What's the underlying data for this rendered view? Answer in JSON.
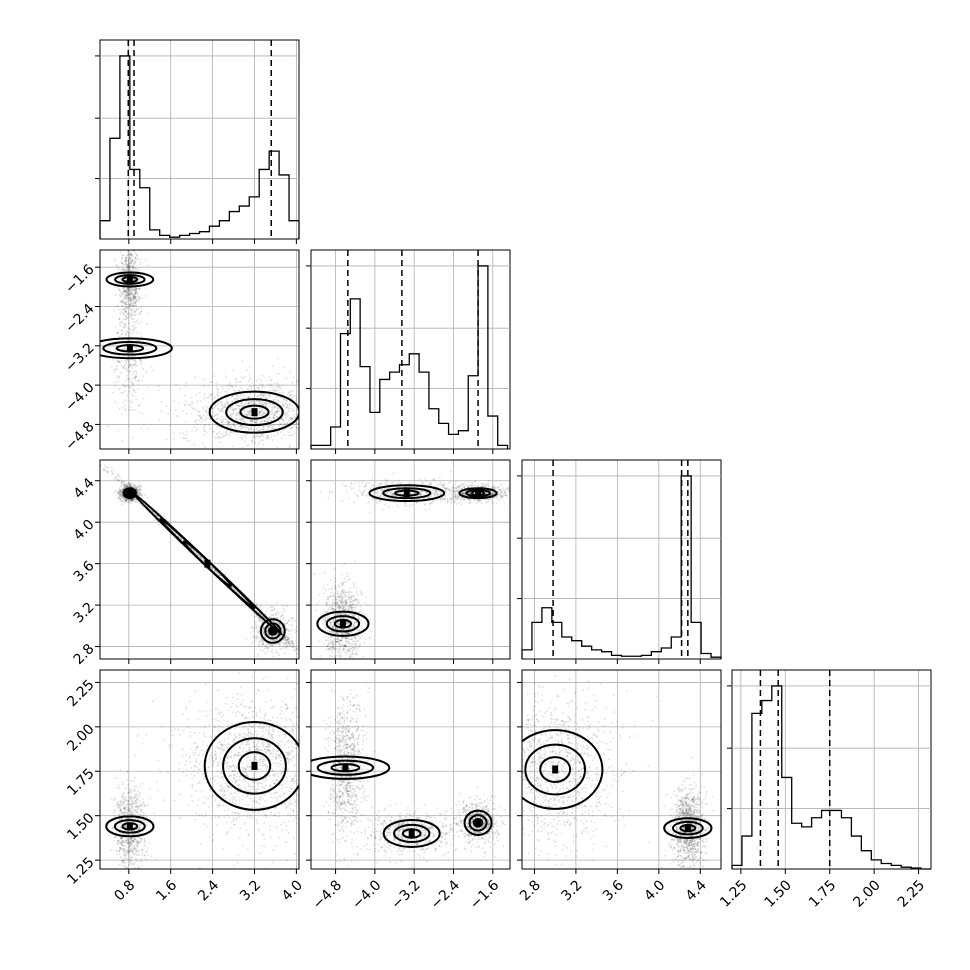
{
  "chart_data": {
    "type": "corner",
    "grid": true,
    "colors": {
      "ink": "#000000",
      "grid": "#b0b0b0",
      "background": "#ffffff"
    },
    "parameters": [
      {
        "range": [
          0.25,
          4.05
        ],
        "ticks": [
          0.8,
          1.6,
          2.4,
          3.2,
          4.0
        ],
        "tick_labels": [
          "0.8",
          "1.6",
          "2.4",
          "3.2",
          "4.0"
        ],
        "quantiles": [
          0.79,
          0.9,
          3.52
        ],
        "histogram": {
          "bin_edges": [
            0.25,
            0.44,
            0.63,
            0.82,
            1.01,
            1.2,
            1.39,
            1.58,
            1.77,
            1.96,
            2.15,
            2.34,
            2.53,
            2.72,
            2.91,
            3.1,
            3.29,
            3.48,
            3.67,
            3.86,
            4.05
          ],
          "counts": [
            0.1,
            0.55,
            1.0,
            0.38,
            0.28,
            0.05,
            0.02,
            0.01,
            0.02,
            0.03,
            0.04,
            0.07,
            0.1,
            0.15,
            0.18,
            0.23,
            0.38,
            0.48,
            0.35,
            0.1
          ]
        }
      },
      {
        "range": [
          -5.3,
          -1.25
        ],
        "ticks": [
          -4.8,
          -4.0,
          -3.2,
          -2.4,
          -1.6
        ],
        "tick_labels": [
          "−4.8",
          "−4.0",
          "−3.2",
          "−2.4",
          "−1.6"
        ],
        "quantiles": [
          -4.55,
          -3.45,
          -1.9
        ],
        "histogram": {
          "bin_edges": [
            -5.3,
            -5.1,
            -4.9,
            -4.7,
            -4.5,
            -4.3,
            -4.1,
            -3.9,
            -3.7,
            -3.5,
            -3.3,
            -3.1,
            -2.9,
            -2.7,
            -2.5,
            -2.3,
            -2.1,
            -1.9,
            -1.7,
            -1.5,
            -1.3
          ],
          "counts": [
            0.02,
            0.02,
            0.12,
            0.63,
            0.82,
            0.45,
            0.2,
            0.38,
            0.42,
            0.46,
            0.52,
            0.42,
            0.22,
            0.14,
            0.08,
            0.1,
            0.4,
            1.0,
            0.18,
            0.02
          ]
        }
      },
      {
        "range": [
          2.68,
          4.6
        ],
        "ticks": [
          2.8,
          3.2,
          3.6,
          4.0,
          4.4
        ],
        "tick_labels": [
          "2.8",
          "3.2",
          "3.6",
          "4.0",
          "4.4"
        ],
        "quantiles": [
          2.98,
          4.22,
          4.28
        ],
        "histogram": {
          "bin_edges": [
            2.68,
            2.776,
            2.872,
            2.968,
            3.064,
            3.16,
            3.256,
            3.352,
            3.448,
            3.544,
            3.64,
            3.736,
            3.832,
            3.928,
            4.024,
            4.12,
            4.216,
            4.312,
            4.408,
            4.504,
            4.6
          ],
          "counts": [
            0.05,
            0.2,
            0.28,
            0.2,
            0.12,
            0.1,
            0.07,
            0.05,
            0.04,
            0.02,
            0.015,
            0.015,
            0.02,
            0.04,
            0.06,
            0.12,
            1.0,
            0.2,
            0.03,
            0.01
          ]
        }
      },
      {
        "range": [
          1.2,
          2.32
        ],
        "ticks": [
          1.25,
          1.5,
          1.75,
          2.0,
          2.25
        ],
        "tick_labels": [
          "1.25",
          "1.50",
          "1.75",
          "2.00",
          "2.25"
        ],
        "quantiles": [
          1.36,
          1.46,
          1.75
        ],
        "histogram": {
          "bin_edges": [
            1.2,
            1.256,
            1.312,
            1.368,
            1.424,
            1.48,
            1.536,
            1.592,
            1.648,
            1.704,
            1.76,
            1.816,
            1.872,
            1.928,
            1.984,
            2.04,
            2.096,
            2.152,
            2.208,
            2.264,
            2.32
          ],
          "counts": [
            0.02,
            0.18,
            0.85,
            0.92,
            1.0,
            0.5,
            0.25,
            0.23,
            0.28,
            0.32,
            0.32,
            0.28,
            0.18,
            0.1,
            0.05,
            0.03,
            0.02,
            0.01,
            0.005,
            0.0
          ]
        }
      }
    ],
    "pairs": [
      {
        "x": 0,
        "y": 1,
        "modes": [
          {
            "mean": [
              0.82,
              -1.85
            ],
            "sd": [
              0.07,
              0.25
            ],
            "weight": 0.28
          },
          {
            "mean": [
              0.82,
              -3.25
            ],
            "sd": [
              0.1,
              0.45
            ],
            "weight": 0.17
          },
          {
            "mean": [
              3.2,
              -4.55
            ],
            "sd": [
              0.45,
              0.22
            ],
            "weight": 0.55
          }
        ]
      },
      {
        "x": 0,
        "y": 2,
        "modes": [
          {
            "mean": [
              0.82,
              4.28
            ],
            "sd": [
              0.06,
              0.025
            ],
            "weight": 0.35
          },
          {
            "mean": [
              2.3,
              3.6
            ],
            "sd": [
              0.75,
              0.36
            ],
            "weight": 0.4,
            "corr": -0.999
          },
          {
            "mean": [
              3.55,
              2.95
            ],
            "sd": [
              0.12,
              0.06
            ],
            "weight": 0.25
          }
        ]
      },
      {
        "x": 1,
        "y": 2,
        "modes": [
          {
            "mean": [
              -4.65,
              3.02
            ],
            "sd": [
              0.13,
              0.13
            ],
            "weight": 0.45
          },
          {
            "mean": [
              -3.35,
              4.28
            ],
            "sd": [
              0.4,
              0.04
            ],
            "weight": 0.25
          },
          {
            "mean": [
              -1.9,
              4.28
            ],
            "sd": [
              0.2,
              0.025
            ],
            "weight": 0.3
          }
        ]
      },
      {
        "x": 0,
        "y": 3,
        "modes": [
          {
            "mean": [
              0.82,
              1.44
            ],
            "sd": [
              0.1,
              0.07
            ],
            "weight": 0.35
          },
          {
            "mean": [
              3.2,
              1.78
            ],
            "sd": [
              0.5,
              0.13
            ],
            "weight": 0.65
          }
        ]
      },
      {
        "x": 1,
        "y": 3,
        "modes": [
          {
            "mean": [
              -4.6,
              1.77
            ],
            "sd": [
              0.12,
              0.13
            ],
            "weight": 0.42
          },
          {
            "mean": [
              -3.25,
              1.4
            ],
            "sd": [
              0.3,
              0.04
            ],
            "weight": 0.28
          },
          {
            "mean": [
              -1.9,
              1.46
            ],
            "sd": [
              0.13,
              0.04
            ],
            "weight": 0.3
          }
        ]
      },
      {
        "x": 2,
        "y": 3,
        "modes": [
          {
            "mean": [
              3.0,
              1.76
            ],
            "sd": [
              0.2,
              0.14
            ],
            "weight": 0.5
          },
          {
            "mean": [
              4.28,
              1.43
            ],
            "sd": [
              0.05,
              0.07
            ],
            "weight": 0.5
          }
        ]
      }
    ]
  }
}
